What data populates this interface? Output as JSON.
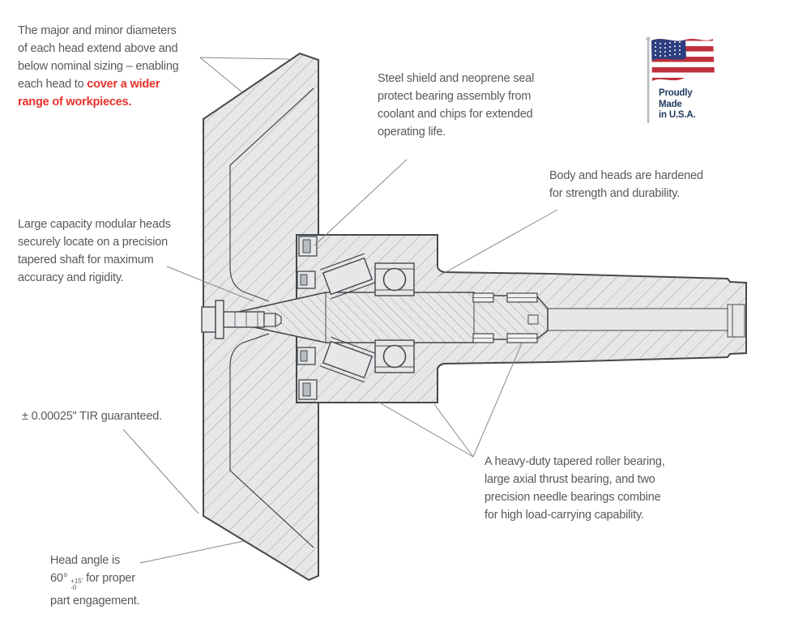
{
  "colors": {
    "text_gray": "#58595b",
    "accent_red": "#e8312b",
    "outline": "#45484b",
    "metal_fill": "#e6e7e8",
    "hatch_line": "#9a9da0",
    "leader_line": "#85888b",
    "flag_red": "#c0313c",
    "flag_blue": "#2e3f7f",
    "flag_text_navy": "#1e3a5c"
  },
  "badge": {
    "l1": "Proudly",
    "l2": "Made",
    "l3": "in U.S.A."
  },
  "callouts": {
    "diameters": {
      "l1": "The major and minor diameters",
      "l2": "of each head extend above and",
      "l3": "below nominal sizing – enabling",
      "l4a": "each head to ",
      "l4b": "cover a wider",
      "l5": "range of workpieces."
    },
    "seal": {
      "l1": "Steel shield and neoprene seal",
      "l2": "protect bearing assembly from",
      "l3": "coolant and chips for extended",
      "l4": "operating life."
    },
    "hardened": {
      "l1": "Body and heads are hardened",
      "l2": "for strength and durability."
    },
    "modular": {
      "l1": "Large capacity modular heads",
      "l2": "securely locate on a precision",
      "l3": "tapered shaft for maximum",
      "l4": "accuracy and rigidity."
    },
    "tir": {
      "l1": "± 0.00025\" TIR guaranteed."
    },
    "head_angle": {
      "l1": "Head angle is",
      "l2a": "60° ",
      "tol_plus": "+15′",
      "tol_minus": "-0",
      "l2b": " for proper",
      "l3": "part engagement."
    },
    "bearings": {
      "l1": "A heavy-duty tapered roller bearing,",
      "l2": "large axial thrust bearing, and two",
      "l3": "precision needle bearings combine",
      "l4": "for high load-carrying capability."
    }
  }
}
